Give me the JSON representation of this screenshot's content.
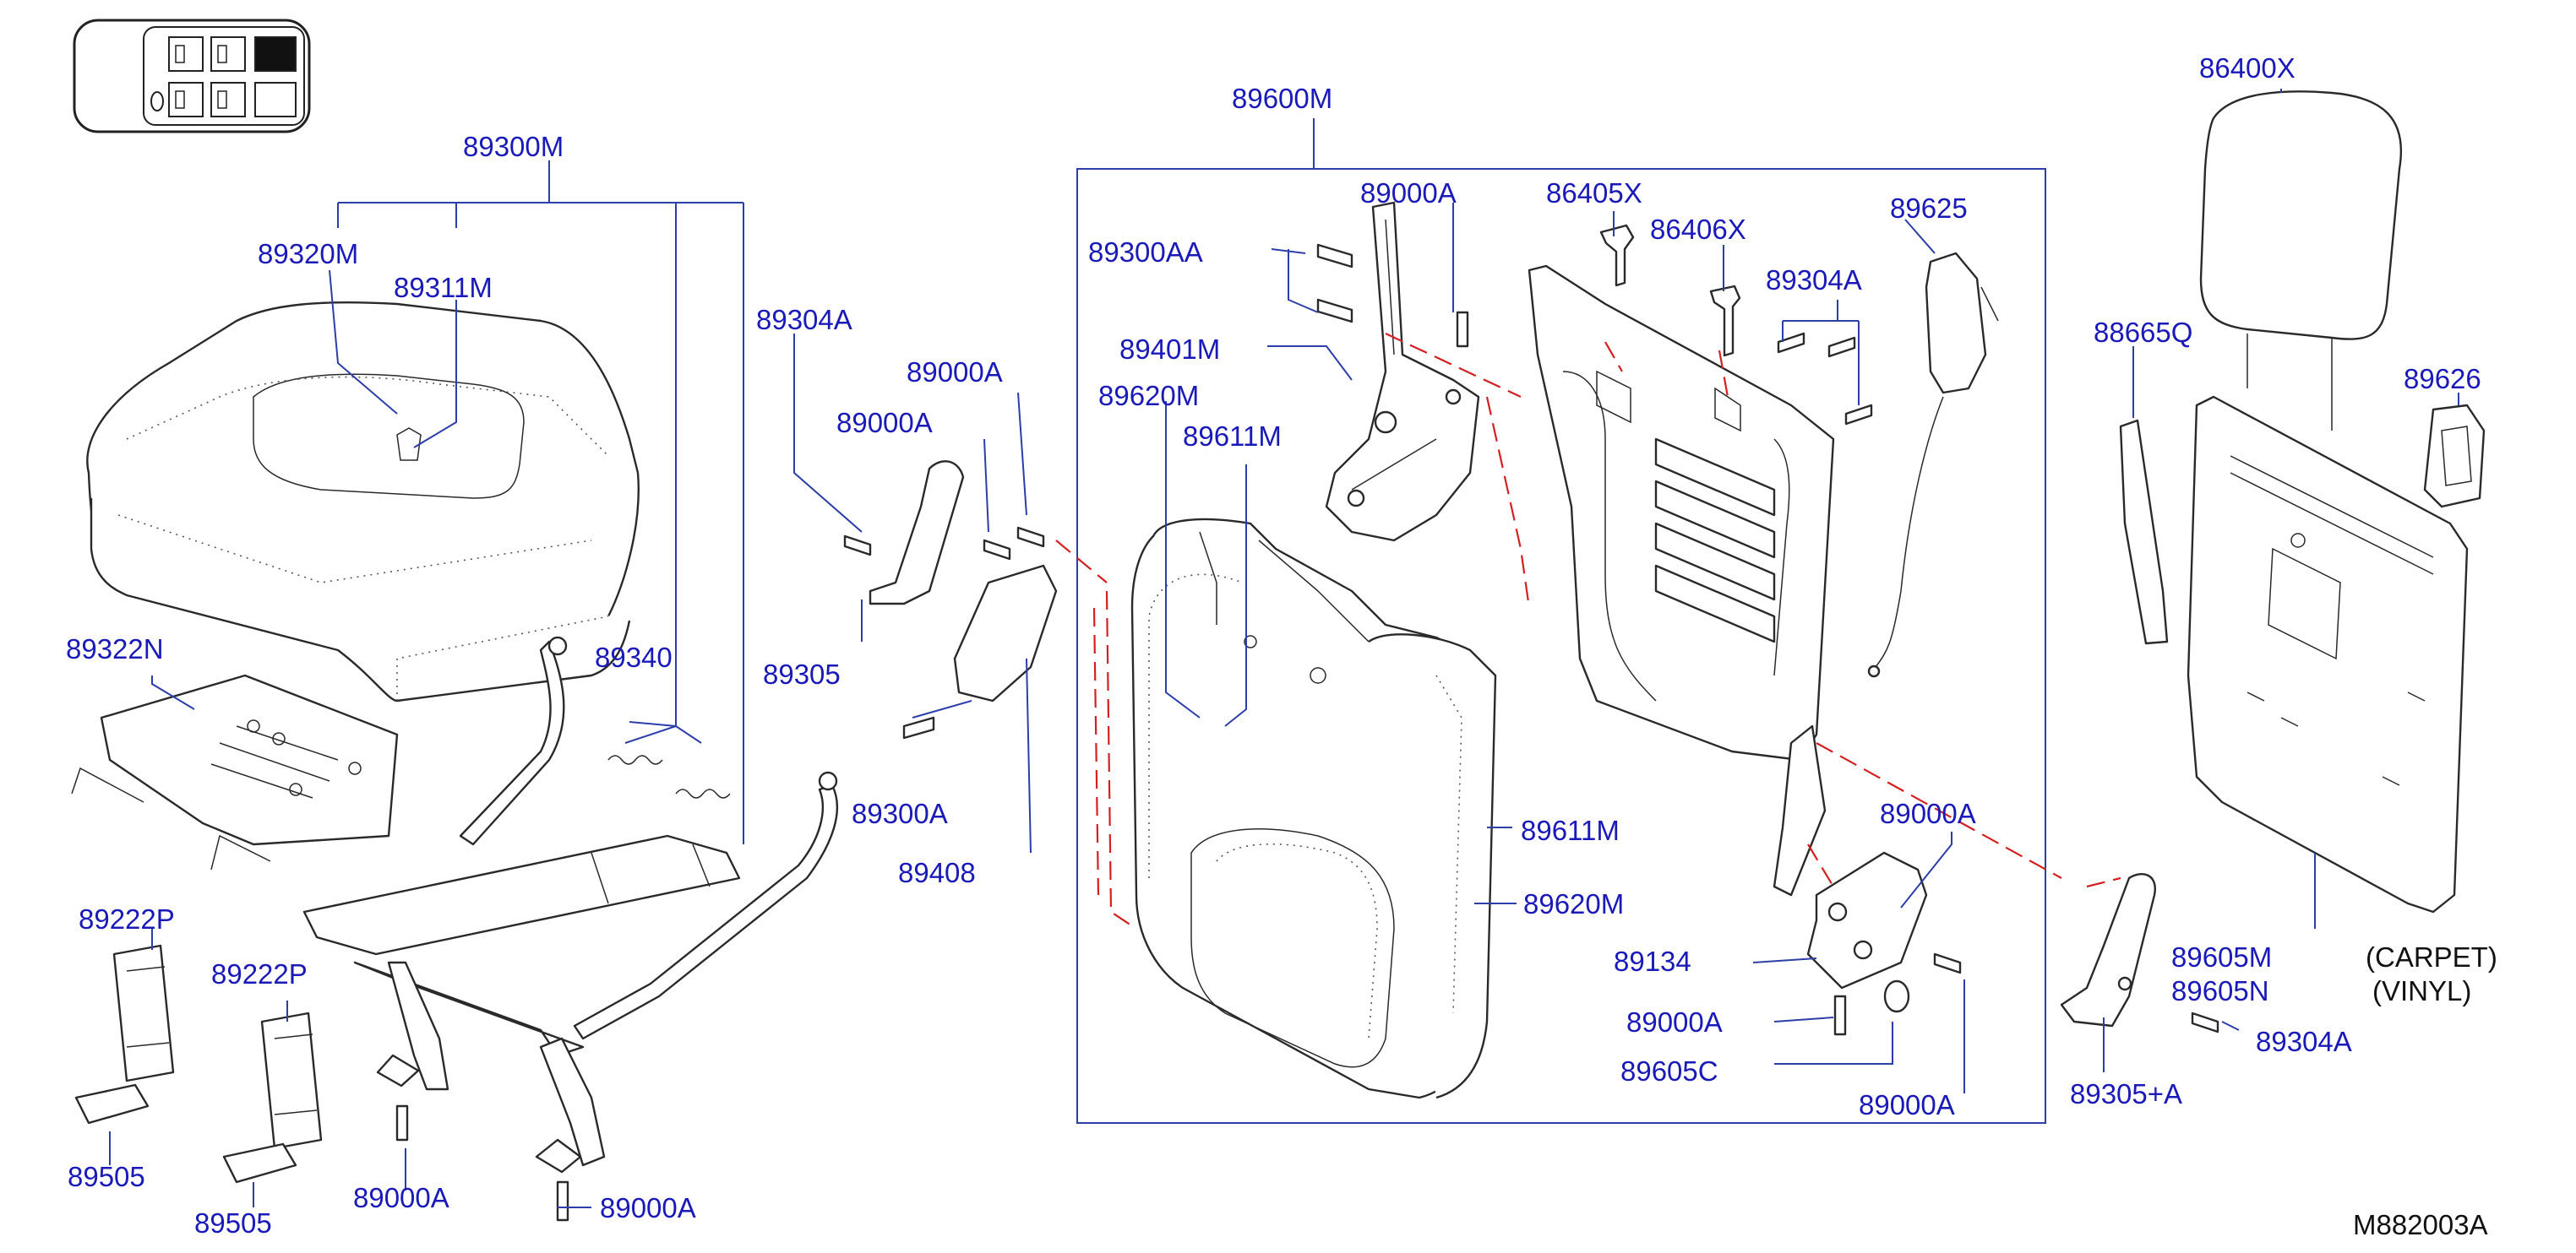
{
  "drawing_code": "M882003A",
  "labels": {
    "p89300M": "89300M",
    "p89320M": "89320M",
    "p89311M": "89311M",
    "p89304A_left": "89304A",
    "p89000A_top": "89000A",
    "p89000A_mid": "89000A",
    "p89305": "89305",
    "p89300A": "89300A",
    "p89408": "89408",
    "p89322N": "89322N",
    "p89340": "89340",
    "p89222P_1": "89222P",
    "p89222P_2": "89222P",
    "p89505_1": "89505",
    "p89505_2": "89505",
    "p89000A_bl1": "89000A",
    "p89000A_bl2": "89000A",
    "p89600M": "89600M",
    "p89000A_hinge": "89000A",
    "p89300AA": "89300AA",
    "p89401M": "89401M",
    "p89620M_top": "89620M",
    "p89611M_top": "89611M",
    "p89611M_side": "89611M",
    "p89620M_side": "89620M",
    "p86405X": "86405X",
    "p86406X": "86406X",
    "p89625": "89625",
    "p89304A_mid": "89304A",
    "p89000A_bracket": "89000A",
    "p89134": "89134",
    "p89000A_low": "89000A",
    "p89605C": "89605C",
    "p89000A_bottom": "89000A",
    "p86400X": "86400X",
    "p88665Q": "88665Q",
    "p89626": "89626",
    "p89605M": "89605M",
    "p89605N": "89605N",
    "p89304A_right": "89304A",
    "p89305A": "89305+A",
    "carpet": "(CARPET)",
    "vinyl": "(VINYL)"
  },
  "icons": {
    "seat_map": "seat-position-map-icon"
  }
}
